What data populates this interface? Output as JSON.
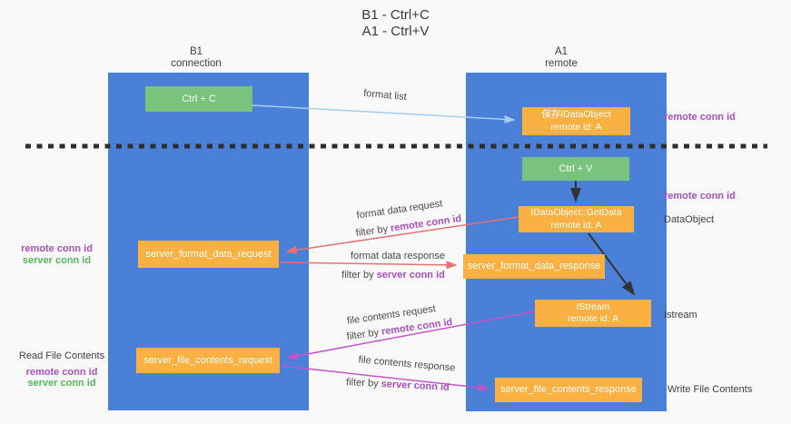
{
  "title": {
    "line1": "B1 - Ctrl+C",
    "line2": "A1 - Ctrl+V"
  },
  "columns": {
    "left": {
      "name": "B1",
      "subtitle": "connection"
    },
    "right": {
      "name": "A1",
      "subtitle": "remote"
    }
  },
  "boxes": {
    "ctrl_c": {
      "label": "Ctrl + C"
    },
    "ctrl_v": {
      "label": "Ctrl + V"
    },
    "save_dataobject": {
      "line1": "保存IDataObject",
      "line2": "remote id: A"
    },
    "getdata": {
      "line1": "IDataObject::GetData",
      "line2": "remote id: A"
    },
    "istream": {
      "line1": "IStream",
      "line2": "remote id: A"
    },
    "format_request": {
      "label": "server_format_data_request"
    },
    "format_response": {
      "label": "server_format_data_response"
    },
    "file_request": {
      "label": "server_file_contents_request"
    },
    "file_response": {
      "label": "server_file_contents_response"
    }
  },
  "arrow_labels": {
    "format_list": "format list",
    "format_data_request": "format data request",
    "format_data_response": "format data response",
    "file_contents_request": "file contents request",
    "file_contents_response": "file contents response",
    "filter_by": "filter by "
  },
  "ids": {
    "remote_conn_id": "remote conn id",
    "server_conn_id": "server conn id"
  },
  "side_labels": {
    "dataobject": "DataObject",
    "istream": "Istream",
    "read_file_contents": "Read File Contents",
    "write_file_contents": "Write File Contents"
  },
  "colors": {
    "background": "#f9f9f9",
    "column_blue": "#4a80d8",
    "box_green": "#79c47d",
    "box_orange": "#fbb042",
    "arrow_blue": "#a6cdf0",
    "arrow_salmon": "#e87272",
    "arrow_magenta": "#c653c6",
    "arrow_black": "#333333",
    "dash_black": "#2e2e2e",
    "text_purple": "#a94fc0",
    "text_green": "#57b85c",
    "text_dark": "#3f3f3f"
  }
}
